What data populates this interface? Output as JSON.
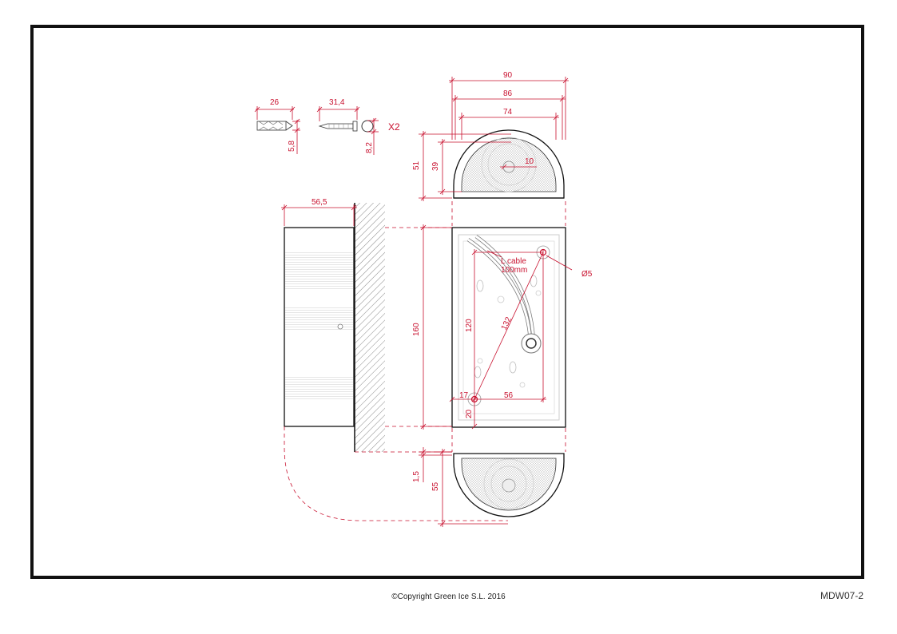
{
  "colors": {
    "dimension": "#c8102e",
    "outline": "#111111",
    "hatch": "#555555"
  },
  "dimensions": {
    "plug_length": "26",
    "plug_diameter": "5,8",
    "screw_length": "31,4",
    "screw_head": "8,2",
    "quantity": "X2",
    "width_total": "90",
    "width_mid": "86",
    "width_inner": "74",
    "top_depth_outer": "51",
    "top_depth_inner": "39",
    "lens_hole": "10",
    "side_depth": "56,5",
    "height_total": "160",
    "height_holes": "120",
    "diagonal": "132",
    "cable_label": "L cable",
    "cable_length": "100mm",
    "hole_diameter": "Ø5",
    "hole_offset_x": "17",
    "hole_spacing_x": "56",
    "hole_offset_y": "20",
    "bottom_gap": "1,5",
    "bottom_depth": "55"
  },
  "footer": {
    "copyright": "©Copyright Green Ice S.L. 2016",
    "code": "MDW07-2"
  }
}
